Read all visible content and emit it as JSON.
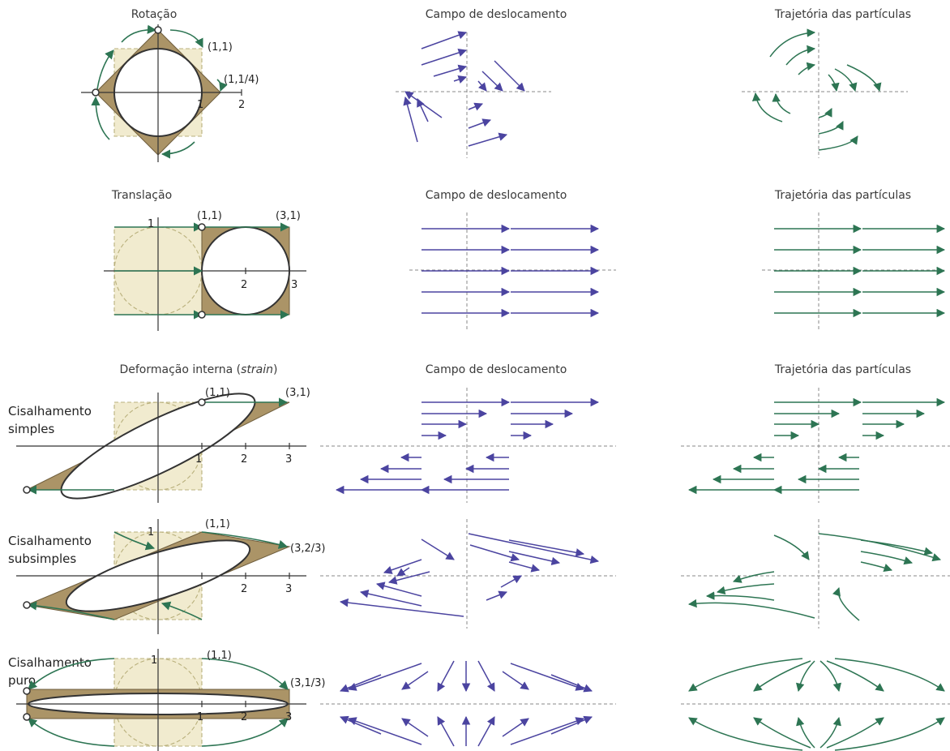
{
  "colors": {
    "displacement_arrow": "#4b44a0",
    "trajectory_arrow": "#2d7553",
    "deformed_fill": "#ab9467",
    "original_square_fill": "#f1ebcf",
    "original_dash": "#b9b07c"
  },
  "rows": [
    {
      "id": "rotation",
      "title": "Rotação",
      "label_lines": [],
      "points": [
        "(1,1)",
        "(1,1/4)"
      ],
      "ticks": [
        "1",
        "2"
      ],
      "field_title": "Campo de deslocamento",
      "trajectory_title": "Trajetória das partículas"
    },
    {
      "id": "translation",
      "title": "Translação",
      "label_lines": [],
      "points": [
        "(1,1)",
        "(3,1)"
      ],
      "ticks": [
        "1",
        "2",
        "3"
      ],
      "field_title": "Campo de deslocamento",
      "trajectory_title": "Trajetória das partículas"
    },
    {
      "id": "simple-shear",
      "title_main": "Deformação interna (",
      "title_italic": "strain",
      "title_end": ")",
      "label_lines": [
        "Cisalhamento",
        "simples"
      ],
      "points": [
        "(1,1)",
        "(3,1)"
      ],
      "ticks": [
        "1",
        "2",
        "3"
      ],
      "field_title": "Campo de deslocamento",
      "trajectory_title": "Trajetória das partículas"
    },
    {
      "id": "subsimple-shear",
      "label_lines": [
        "Cisalhamento",
        "subsimples"
      ],
      "points": [
        "(1,1)",
        "(3,2/3)"
      ],
      "ticks": [
        "1",
        "2",
        "3"
      ]
    },
    {
      "id": "pure-shear",
      "label_lines": [
        "Cisalhamento",
        "puro"
      ],
      "points": [
        "(1,1)",
        "(3,1/3)"
      ],
      "ticks": [
        "1",
        "1",
        "2",
        "3"
      ]
    }
  ]
}
